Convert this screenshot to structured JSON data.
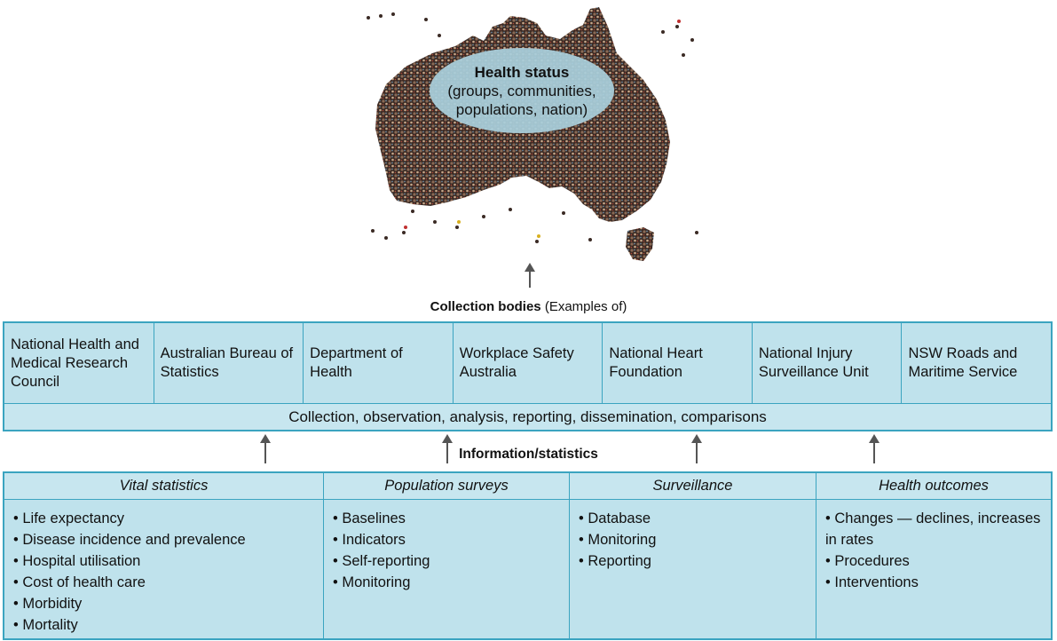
{
  "health_status": {
    "title": "Health status",
    "subtitle": "(groups, communities, populations, nation)"
  },
  "collection": {
    "heading_bold": "Collection bodies",
    "heading_rest": " (Examples of)",
    "bodies": [
      "National Health and Medical Research Council",
      "Australian Bureau of Statistics",
      "Department of Health",
      "Workplace Safety Australia",
      "National Heart Foundation",
      "National Injury Surveillance Unit",
      "NSW Roads and Maritime Service"
    ],
    "summary": "Collection, observation, analysis, reporting, dissemination, comparisons"
  },
  "information": {
    "heading": "Information/statistics",
    "categories": [
      {
        "title": "Vital statistics",
        "items": [
          "Life expectancy",
          "Disease incidence and prevalence",
          "Hospital utilisation",
          "Cost of health care",
          "Morbidity",
          "Mortality"
        ]
      },
      {
        "title": "Population surveys",
        "items": [
          "Baselines",
          "Indicators",
          "Self-reporting",
          "Monitoring"
        ]
      },
      {
        "title": "Surveillance",
        "items": [
          "Database",
          "Monitoring",
          "Reporting"
        ]
      },
      {
        "title": "Health outcomes",
        "items": [
          "Changes — declines, increases in rates",
          "Procedures",
          "Interventions"
        ]
      }
    ]
  },
  "colors": {
    "box_fill": "#bfe2ec",
    "box_border": "#3ba4c0",
    "bubble_fill": "#a9cfdc",
    "crowd_dark": "#3a2a24"
  }
}
